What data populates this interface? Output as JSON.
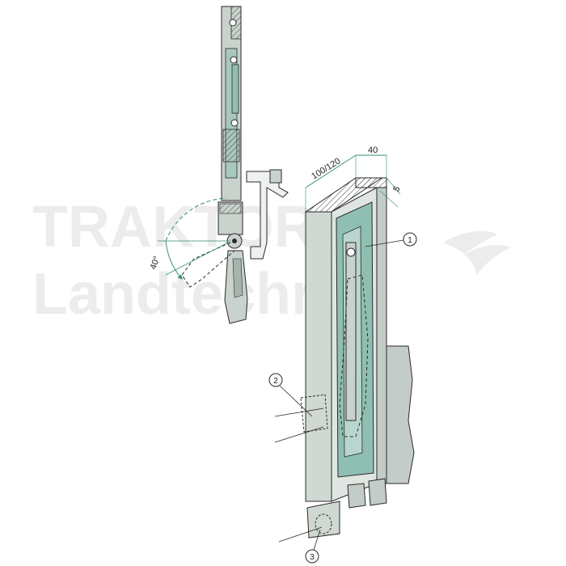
{
  "watermark": {
    "line1": "TRAKTOR",
    "line2": "Landtechnik"
  },
  "dimensions": {
    "width": "100/120",
    "depth": "40",
    "wall": "5",
    "angle": "40°"
  },
  "callouts": [
    {
      "label": "1"
    },
    {
      "label": "2"
    },
    {
      "label": "3"
    }
  ],
  "colors": {
    "metal": "#c9d2cc",
    "metal_dark": "#9aa59e",
    "channel": "#8fbfb3",
    "line": "#2a2a2a",
    "dim_line": "#2f8f6f"
  }
}
